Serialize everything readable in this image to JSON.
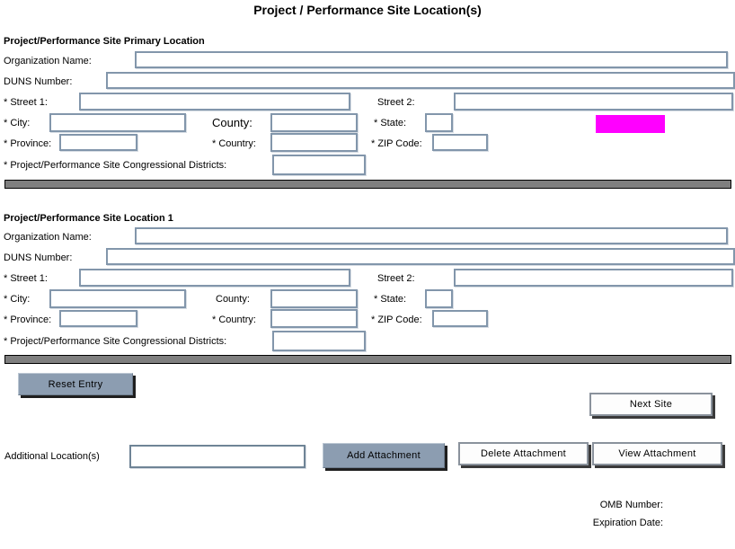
{
  "title": "Project / Performance Site Location(s)",
  "sections": [
    {
      "header": "Project/Performance Site Primary Location",
      "labels": {
        "organization_name": "Organization Name:",
        "duns_number": "DUNS Number:",
        "street1": "* Street 1:",
        "street2": "Street 2:",
        "city": "* City:",
        "county": "County:",
        "state": "* State:",
        "province": "* Province:",
        "country": "* Country:",
        "zip_code": "* ZIP Code:",
        "congressional_districts": "* Project/Performance Site Congressional Districts:"
      },
      "values": {
        "organization_name": "",
        "duns_number": "",
        "street1": "",
        "street2": "",
        "city": "",
        "county": "",
        "state": "",
        "province": "",
        "country": "",
        "zip_code": "",
        "congressional_districts": ""
      }
    },
    {
      "header": "Project/Performance Site Location 1",
      "labels": {
        "organization_name": "Organization Name:",
        "duns_number": "DUNS Number:",
        "street1": "* Street 1:",
        "street2": "Street 2:",
        "city": "* City:",
        "county": "County:",
        "state": "* State:",
        "province": "* Province:",
        "country": "* Country:",
        "zip_code": "* ZIP Code:",
        "congressional_districts": "* Project/Performance Site Congressional Districts:"
      },
      "values": {
        "organization_name": "",
        "duns_number": "",
        "street1": "",
        "street2": "",
        "city": "",
        "county": "",
        "state": "",
        "province": "",
        "country": "",
        "zip_code": "",
        "congressional_districts": ""
      }
    }
  ],
  "buttons": {
    "reset_entry": "Reset Entry",
    "next_site": "Next Site",
    "add_attachment": "Add Attachment",
    "delete_attachment": "Delete Attachment",
    "view_attachment": "View Attachment"
  },
  "footer": {
    "additional_locations_label": "Additional Location(s)",
    "additional_locations_value": "",
    "omb_number_label": "OMB Number:",
    "expiration_date_label": "Expiration Date:"
  },
  "colors": {
    "highlight": "#ff00ff",
    "button_fill": "#8c9db1",
    "divider_fill": "#7f7f7f"
  }
}
